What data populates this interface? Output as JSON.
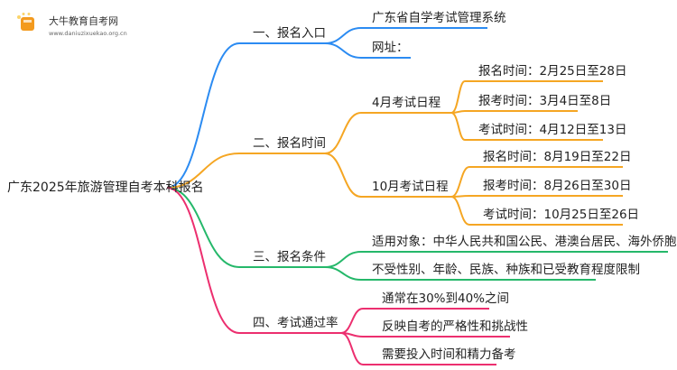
{
  "watermark": {
    "title": "大牛教育自考网",
    "url": "www.daniuzixuekao.org.cn"
  },
  "root": "广东2025年旅游管理自考本科报名",
  "colors": {
    "branch1": "#2b8bf2",
    "branch2": "#f5a623",
    "branch3": "#25b86a",
    "branch4": "#ec2f6f"
  },
  "branches": [
    {
      "label": "一、报名入口",
      "children": [
        {
          "label": "广东省自学考试管理系统"
        },
        {
          "label": "网址："
        }
      ]
    },
    {
      "label": "二、报名时间",
      "children": [
        {
          "label": "4月考试日程",
          "children": [
            {
              "label": "报名时间：2月25日至28日"
            },
            {
              "label": "报考时间：3月4日至8日"
            },
            {
              "label": "考试时间：4月12日至13日"
            }
          ]
        },
        {
          "label": "10月考试日程",
          "children": [
            {
              "label": "报名时间：8月19日至22日"
            },
            {
              "label": "报考时间：8月26日至30日"
            },
            {
              "label": "考试时间：10月25日至26日"
            }
          ]
        }
      ]
    },
    {
      "label": "三、报名条件",
      "children": [
        {
          "label": "适用对象：中华人民共和国公民、港澳台居民、海外侨胞及外籍人士"
        },
        {
          "label": "不受性别、年龄、民族、种族和已受教育程度限制"
        }
      ]
    },
    {
      "label": "四、考试通过率",
      "children": [
        {
          "label": "通常在30%到40%之间"
        },
        {
          "label": "反映自考的严格性和挑战性"
        },
        {
          "label": "需要投入时间和精力备考"
        }
      ]
    }
  ]
}
